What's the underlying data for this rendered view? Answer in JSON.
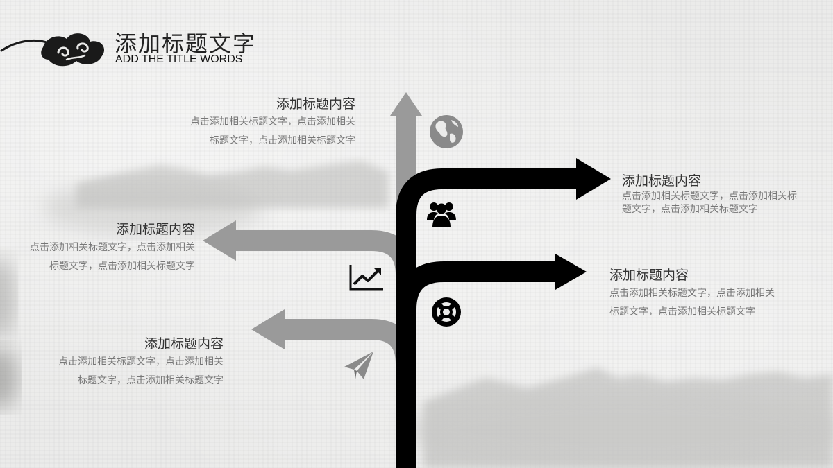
{
  "header": {
    "title": "添加标题文字",
    "subtitle": "ADD THE TITLE WORDS"
  },
  "items": [
    {
      "title": "添加标题内容",
      "desc": "点击添加相关标题文字，点击添加相关标题文字，点击添加相关标题文字",
      "icon": "globe-icon"
    },
    {
      "title": "添加标题内容",
      "desc": "点击添加相关标题文字，点击添加相关标题文字，点击添加相关标题文字",
      "icon": "users-icon"
    },
    {
      "title": "添加标题内容",
      "desc": "点击添加相关标题文字，点击添加相关标题文字，点击添加相关标题文字",
      "icon": "chart-line-icon"
    },
    {
      "title": "添加标题内容",
      "desc": "点击添加相关标题文字，点击添加相关标题文字，点击添加相关标题文字",
      "icon": "lifebuoy-icon"
    },
    {
      "title": "添加标题内容",
      "desc": "点击添加相关标题文字，点击添加相关标题文字，点击添加相关标题文字",
      "icon": "paper-plane-icon"
    }
  ],
  "colors": {
    "black_arrow": "#000000",
    "gray_arrow": "#9a9a9a",
    "text_title": "#333333",
    "text_desc": "#777777"
  }
}
